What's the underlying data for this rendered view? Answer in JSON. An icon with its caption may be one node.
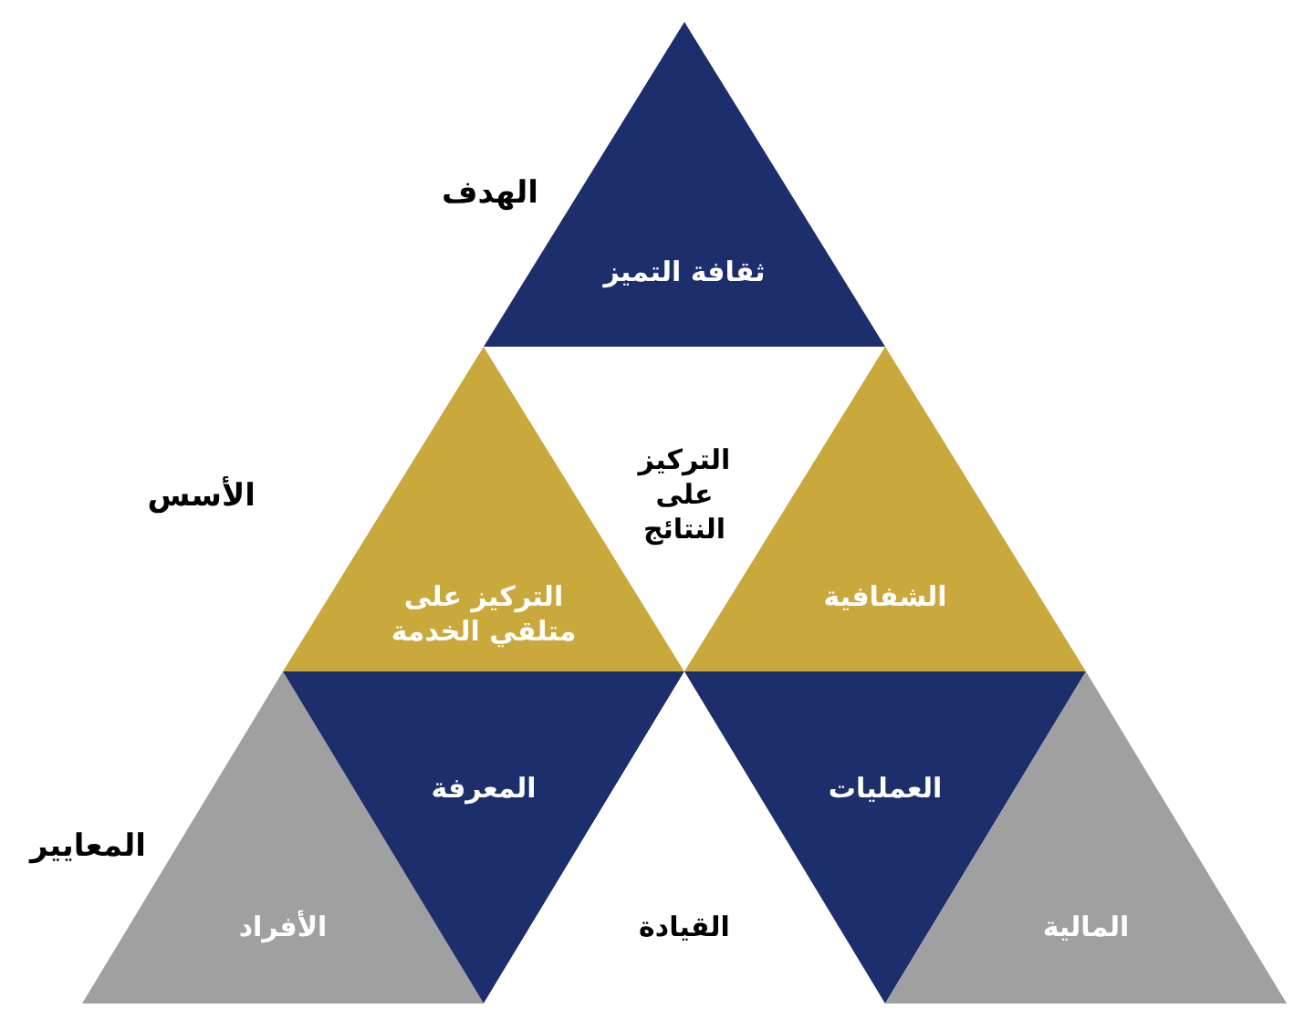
{
  "diagram": {
    "nodes": [
      {
        "text": [
          "ثقافة التميز"
        ]
      },
      {
        "text": [
          "التركيز على متلقي الخدمة"
        ]
      },
      {
        "text": [
          "التركيز على النتائج"
        ]
      },
      {
        "text": [
          "الشفافية"
        ]
      },
      {
        "text": [
          "الأفراد"
        ]
      },
      {
        "text": [
          "المعرفة"
        ]
      },
      {
        "text": [
          "القيادة"
        ]
      },
      {
        "text": [
          "العمليات"
        ]
      },
      {
        "text": [
          "المالية"
        ]
      }
    ],
    "labels": [
      "الهدف",
      "الأسس",
      "المعايير"
    ]
  }
}
